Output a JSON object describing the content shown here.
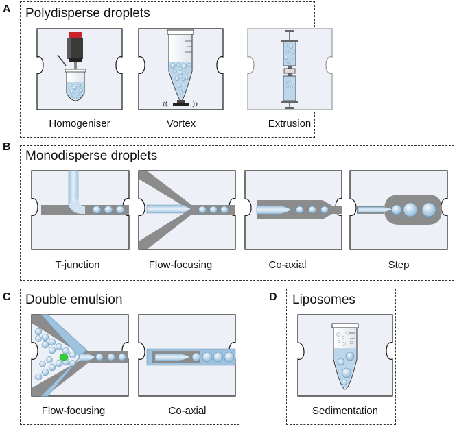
{
  "panels": {
    "a": {
      "letter": "A",
      "title": "Polydisperse droplets",
      "methods": [
        "Homogeniser",
        "Vortex",
        "Extrusion"
      ]
    },
    "b": {
      "letter": "B",
      "title": "Monodisperse droplets",
      "methods": [
        "T-junction",
        "Flow-focusing",
        "Co-axial",
        "Step"
      ]
    },
    "c": {
      "letter": "C",
      "title": "Double emulsion",
      "methods": [
        "Flow-focusing",
        "Co-axial"
      ]
    },
    "d": {
      "letter": "D",
      "title": "Liposomes",
      "methods": [
        "Sedimentation"
      ]
    }
  },
  "colors": {
    "tile_fill": "#eef0f8",
    "tile_stroke": "#1a1a1a",
    "droplet": "#bcd6ea",
    "droplet_edge": "#5f8fb0",
    "channel_grey": "#8c8c8c",
    "inner_core": "#33cc33"
  }
}
